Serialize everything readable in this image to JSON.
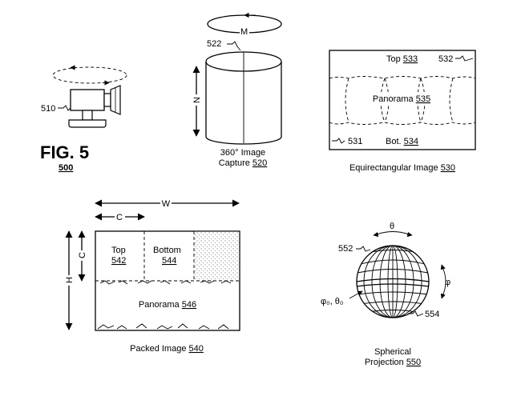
{
  "figure": {
    "title": "FIG. 5",
    "number": "500"
  },
  "camera": {
    "ref": "510"
  },
  "capture": {
    "rotation_label": "M",
    "height_label": "N",
    "ref_top": "522",
    "caption_line1": "360° Image",
    "caption_line2_text": "Capture ",
    "caption_line2_ref": "520"
  },
  "equirect": {
    "top_text": "Top ",
    "top_ref": "533",
    "ref_532": "532",
    "panorama_text": "Panorama ",
    "panorama_ref": "535",
    "ref_531": "531",
    "bottom_text": "Bot. ",
    "bottom_ref": "534",
    "caption_text": "Equirectangular Image ",
    "caption_ref": "530"
  },
  "packed": {
    "width_label": "W",
    "c_label_horizontal": "C",
    "c_label_vertical": "C",
    "height_label": "H",
    "top_text": "Top",
    "top_ref": "542",
    "bottom_text": "Bottom",
    "bottom_ref": "544",
    "panorama_text": "Panorama ",
    "panorama_ref": "546",
    "caption_text": "Packed Image ",
    "caption_ref": "540"
  },
  "sphere": {
    "theta_label": "θ",
    "phi_label": "φ",
    "ref_552": "552",
    "ref_554": "554",
    "point_label": "φ₀, θ₀",
    "caption_line1": "Spherical",
    "caption_line2_text": "Projection ",
    "caption_line2_ref": "550"
  }
}
